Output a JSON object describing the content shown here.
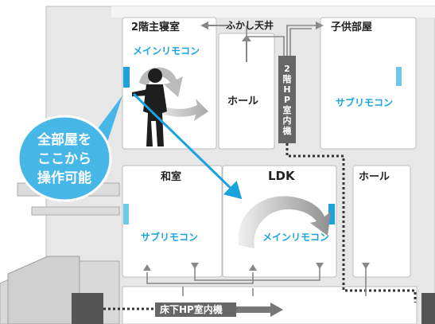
{
  "rooms": {
    "master_bedroom": "2階主寝室",
    "fukashi_ceiling": "ふかし天井",
    "child_room": "子供部屋",
    "hall_upper": "ホール",
    "japanese_room": "和室",
    "ldk": "LDK",
    "hall_lower": "ホール"
  },
  "units": {
    "indoor_unit_2f": "2\n階\nH\nP\n室\n内\n機",
    "indoor_unit_floor": "床下HP室内機"
  },
  "remotes": {
    "main_2f": "メインリモコン",
    "sub_child": "サブリモコン",
    "sub_japanese": "サブリモコン",
    "main_ldk": "メインリモコン"
  },
  "callout": {
    "text": "全部屋を\nここから\n操作可能"
  },
  "colors": {
    "accent_blue": "#1aa3dd",
    "callout_fill": "#46b7e6",
    "wall_gray": "#e7e7e7",
    "unit_gray": "#666666"
  }
}
